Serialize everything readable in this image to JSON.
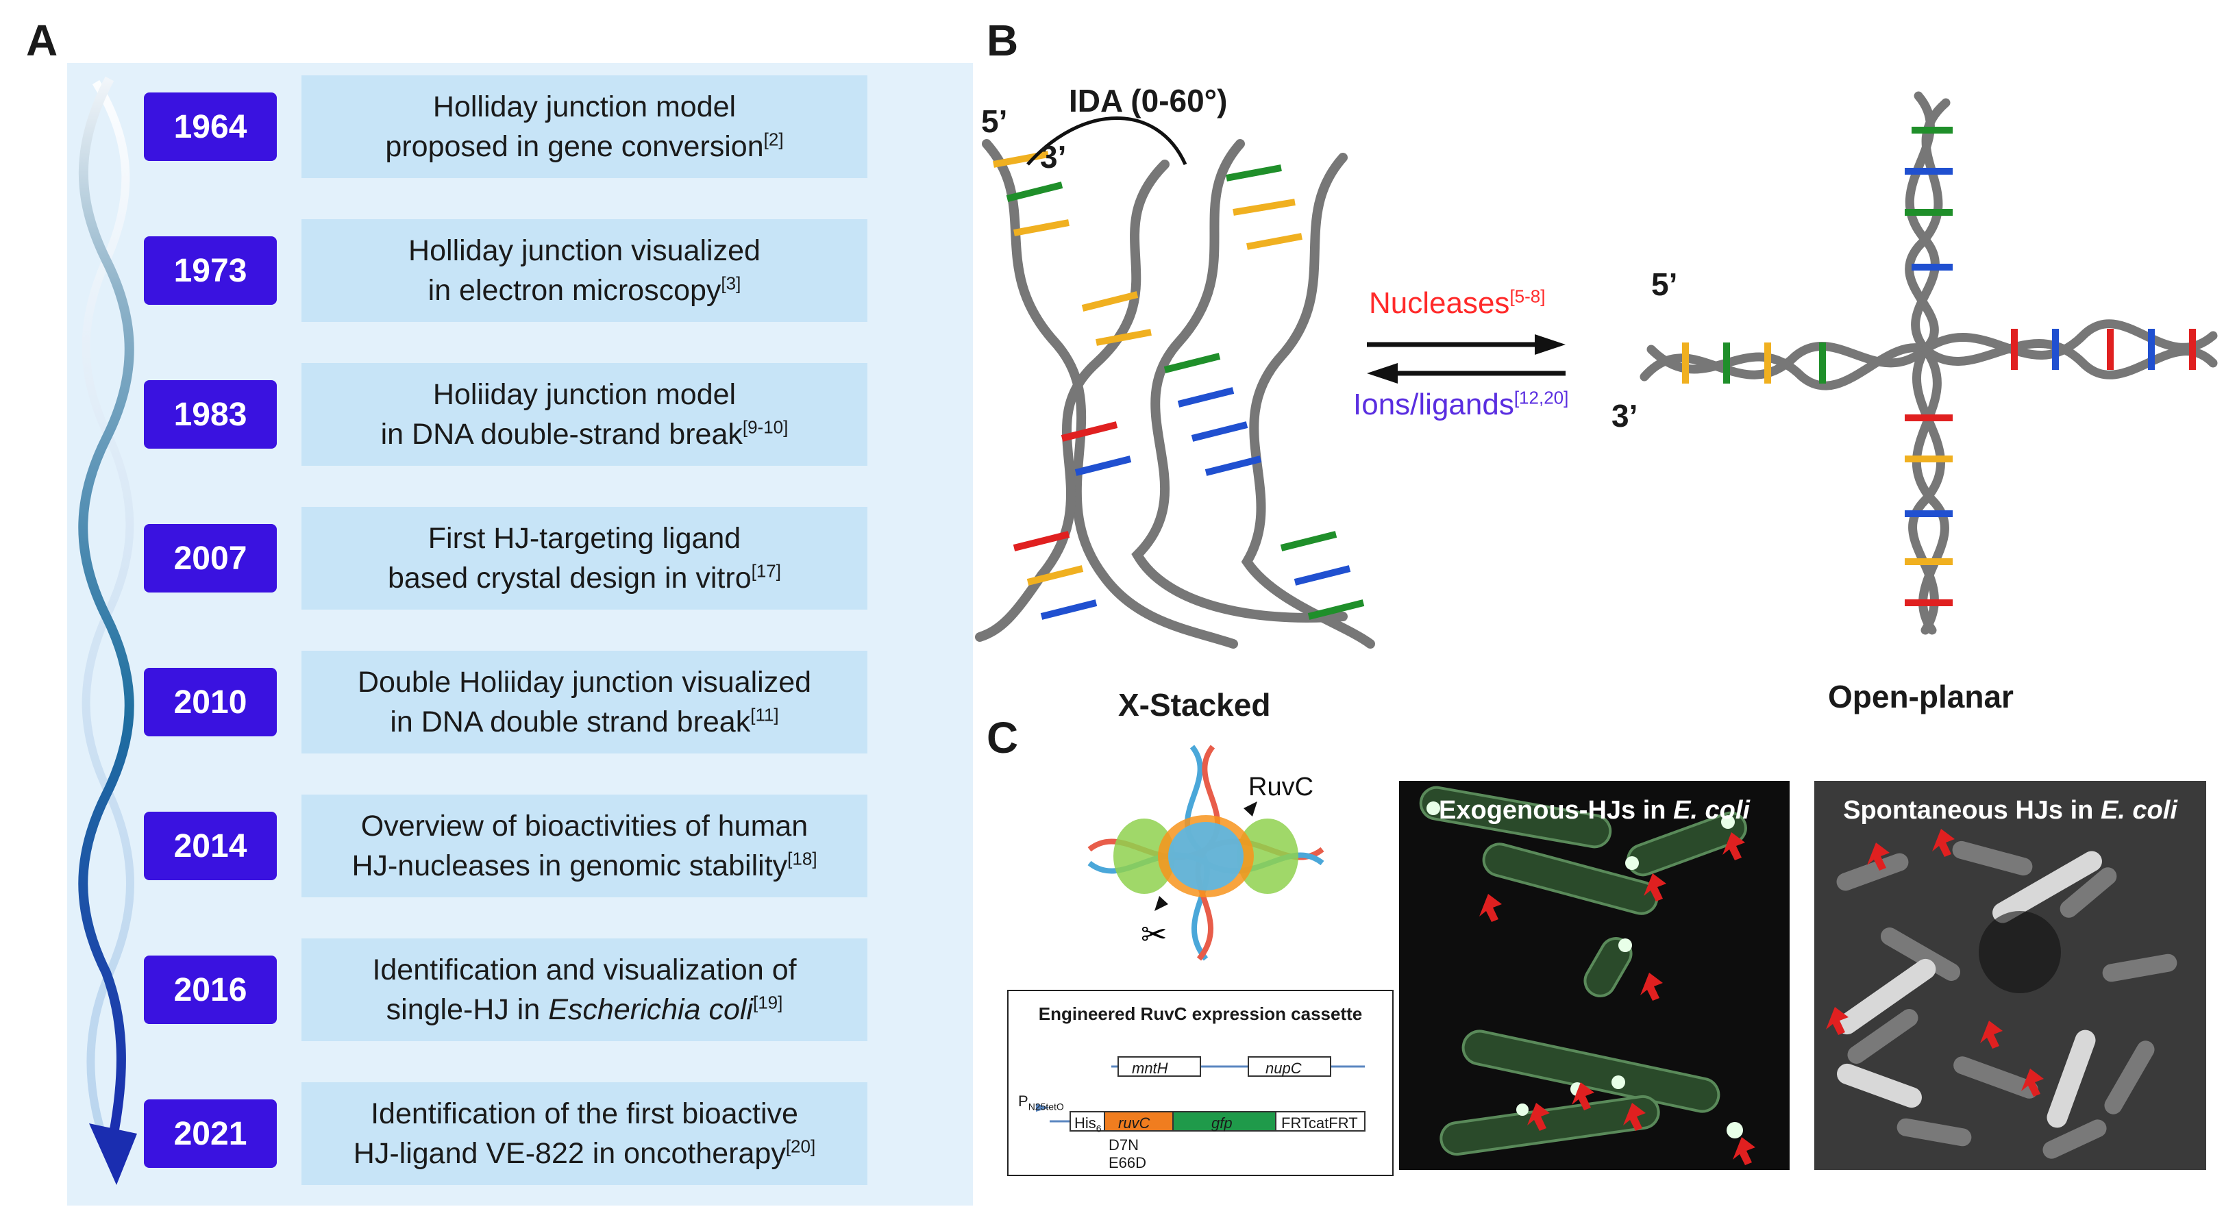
{
  "panels": {
    "a": "A",
    "b": "B",
    "c": "C"
  },
  "timeline": [
    {
      "year": "1964",
      "line1": "Holliday junction model",
      "line2": "proposed in gene conversion",
      "ref": "[2]"
    },
    {
      "year": "1973",
      "line1": "Holliday junction visualized",
      "line2": "in electron microscopy",
      "ref": "[3]"
    },
    {
      "year": "1983",
      "line1": "Holiiday junction model",
      "line2": "in DNA double-strand break",
      "ref": "[9-10]"
    },
    {
      "year": "2007",
      "line1": "First HJ-targeting ligand",
      "line2": "based crystal design in vitro",
      "ref": "[17]"
    },
    {
      "year": "2010",
      "line1": "Double Holiiday junction visualized",
      "line2": "in DNA double strand break",
      "ref": "[11]"
    },
    {
      "year": "2014",
      "line1": "Overview of bioactivities of human",
      "line2": "HJ-nucleases in genomic stability",
      "ref": "[18]"
    },
    {
      "year": "2016",
      "line1": "Identification and visualization of",
      "line2_pre": "single-HJ in ",
      "line2_italic": "Escherichia coli",
      "ref": "[19]"
    },
    {
      "year": "2021",
      "line1": "Identification of the first bioactive",
      "line2": "HJ-ligand VE-822 in oncotherapy",
      "ref": "[20]"
    }
  ],
  "panel_b": {
    "ida_label": "IDA (0-60°)",
    "left_5prime": "5’",
    "left_3prime": "3’",
    "right_5prime": "5’",
    "right_3prime": "3’",
    "nucleases_label": "Nucleases",
    "nucleases_ref": "[5-8]",
    "ions_label": "Ions/ligands",
    "ions_ref": "[12,20]",
    "x_stacked": "X-Stacked",
    "open_planar": "Open-planar",
    "colors": {
      "nucleases": "#ff2a2a",
      "ions": "#5a2ee0"
    }
  },
  "panel_c": {
    "ruvc_label": "RuvC",
    "cassette_title": "Engineered RuvC  expression cassette",
    "promoter": "P",
    "promoter_sub": "N25tetO",
    "genes": [
      "mntH",
      "nupC",
      "His",
      "ruvC",
      "gfp",
      "FRTcatFRT"
    ],
    "his_sub": "6",
    "mutations": [
      "D7N",
      "E66D"
    ],
    "exogenous_title_pre": "Exogenous-HJs in ",
    "exogenous_title_italic": "E. coli",
    "spontaneous_title_pre": "Spontaneous HJs in ",
    "spontaneous_title_italic": "E. coli"
  }
}
